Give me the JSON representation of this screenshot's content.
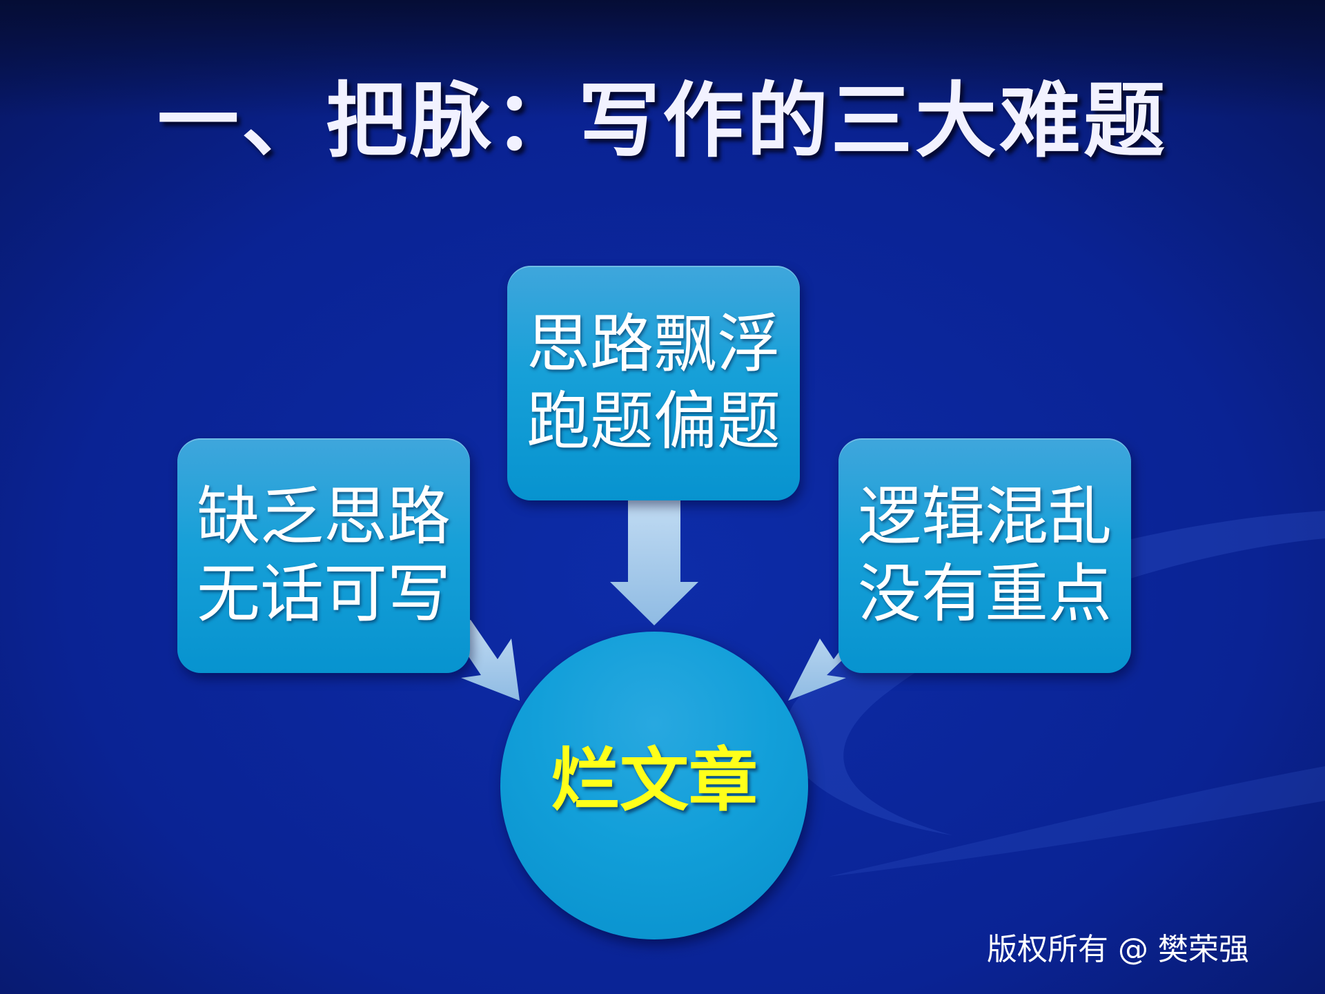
{
  "slide": {
    "title": "一、把脉：写作的三大难题",
    "top_box": {
      "line1": "思路飘浮",
      "line2": "跑题偏题"
    },
    "left_box": {
      "line1": "缺乏思路",
      "line2": "无话可写"
    },
    "right_box": {
      "line1": "逻辑混乱",
      "line2": "没有重点"
    },
    "center": "烂文章",
    "copyright": "版权所有 @ 樊荣强"
  },
  "colors": {
    "background": "#0a1f8c",
    "box_fill": "#17a0d8",
    "arrow_fill": "#a8cdec",
    "center_text": "#ffff1a",
    "title_text": "#f2f2ff"
  }
}
